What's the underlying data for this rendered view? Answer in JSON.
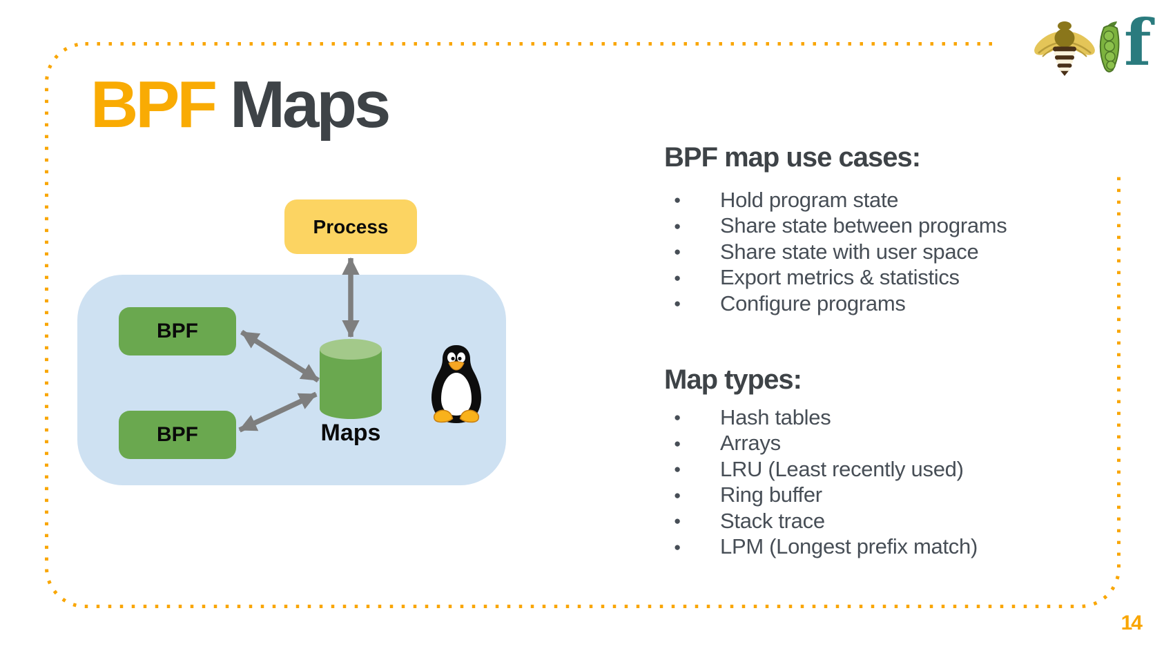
{
  "slide": {
    "title_accent": "BPF",
    "title_rest": "Maps",
    "page_number": "14"
  },
  "logos": {
    "bee": "ebpf-bee-icon",
    "peapod": "peapod-icon",
    "f_letter": "f"
  },
  "diagram": {
    "process_label": "Process",
    "bpf_top_label": "BPF",
    "bpf_bottom_label": "BPF",
    "maps_label": "Maps",
    "tux": "linux-tux-icon"
  },
  "sections": [
    {
      "heading": "BPF map use cases:",
      "items": [
        "Hold program state",
        "Share state between programs",
        "Share state with user space",
        "Export metrics & statistics",
        "Configure programs"
      ]
    },
    {
      "heading": "Map types:",
      "items": [
        "Hash tables",
        "Arrays",
        "LRU (Least recently used)",
        "Ring buffer",
        "Stack trace",
        "LPM (Longest prefix match)"
      ]
    }
  ],
  "colors": {
    "accent_orange": "#F9AB03",
    "dotted_border": "#F9A602",
    "title_gray": "#3E4347",
    "body_text": "#474E56",
    "process_yellow": "#FCD462",
    "box_green": "#6AA84F",
    "cylinder_top_green": "#A3C98A",
    "kernel_blue": "#CEE1F2",
    "arrow_gray": "#7E7E7E",
    "logo_teal": "#2A7B7E"
  }
}
